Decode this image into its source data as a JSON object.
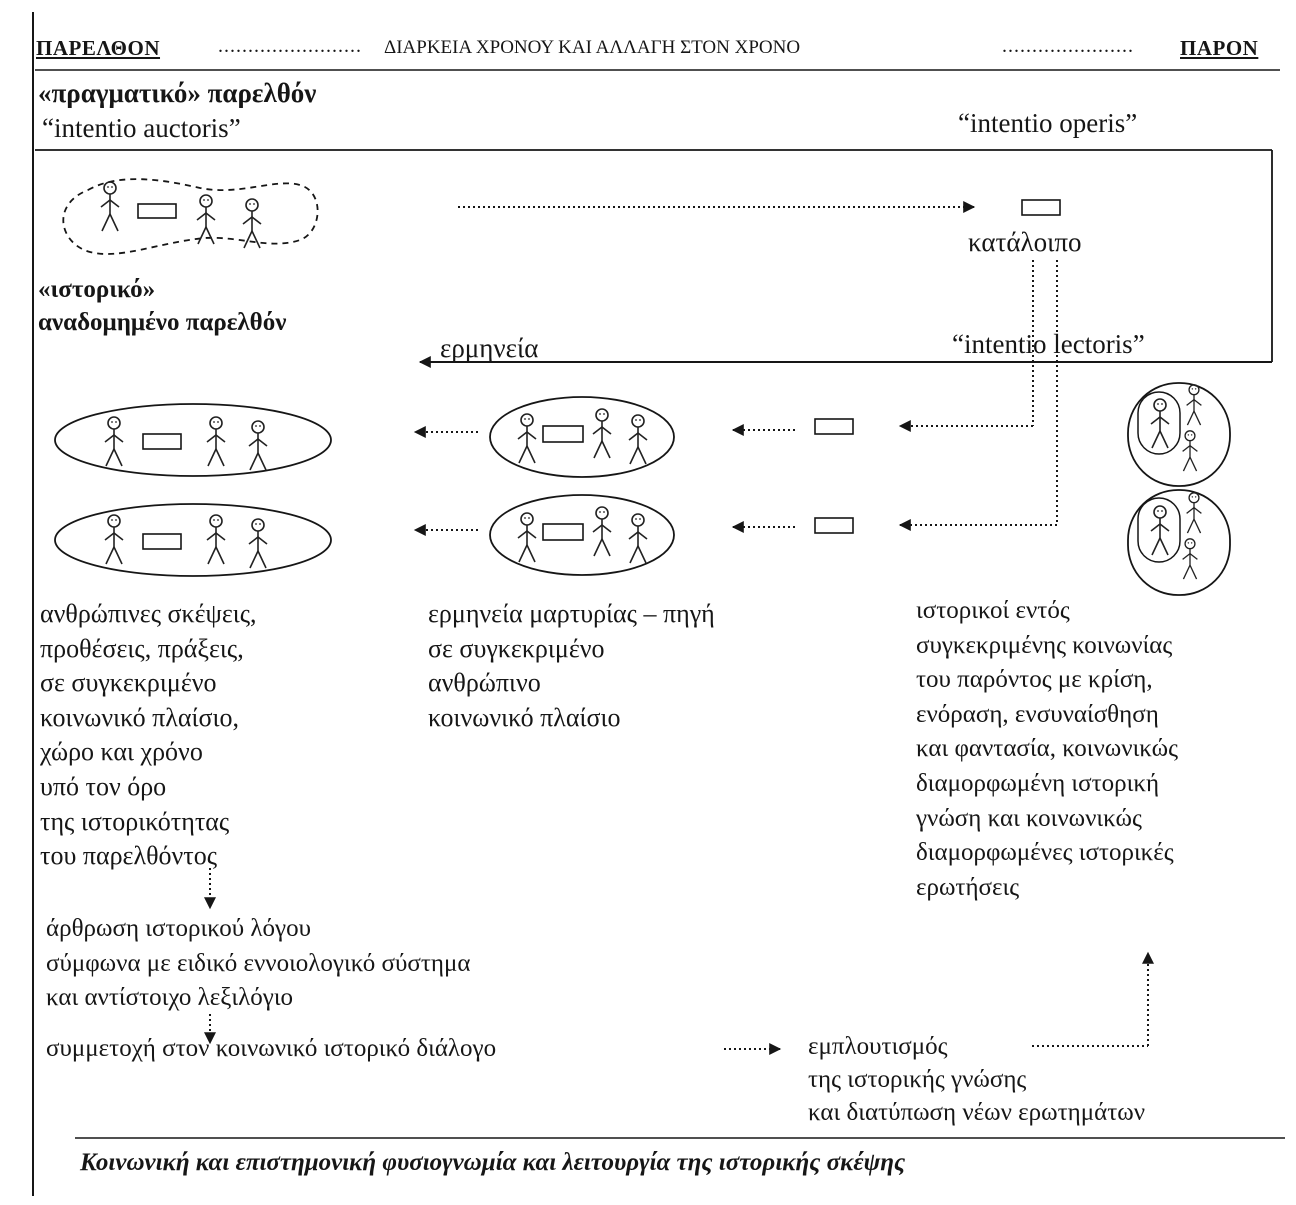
{
  "header": {
    "past": "ΠΑΡΕΛΘΟΝ",
    "dots_left": "........................",
    "middle": "ΔΙΑΡΚΕΙΑ ΧΡΟΝΟΥ ΚΑΙ ΑΛΛΑΓΗ ΣΤΟΝ ΧΡΟΝΟ",
    "dots_right": "......................",
    "present": "ΠΑΡΟΝ"
  },
  "labels": {
    "real_past": "«πραγματικό» παρελθόν",
    "intentio_auctoris": "“intentio auctoris”",
    "intentio_operis": "“intentio operis”",
    "remnant": "κατάλοιπο",
    "historical_1": "«ιστορικό»",
    "historical_2": "αναδομημένο παρελθόν",
    "interpretation": "ερμηνεία",
    "intentio_lectoris": "“intentio lectoris”"
  },
  "columns": {
    "left": [
      "ανθρώπινες σκέψεις,",
      "προθέσεις, πράξεις,",
      "σε συγκεκριμένο",
      "κοινωνικό πλαίσιο,",
      "χώρο και χρόνο",
      "υπό τον όρο",
      "της ιστορικότητας",
      "του παρελθόντος"
    ],
    "middle": [
      "ερμηνεία μαρτυρίας – πηγή",
      "σε συγκεκριμένο",
      "ανθρώπινο",
      "κοινωνικό πλαίσιο"
    ],
    "right": [
      "ιστορικοί εντός",
      "συγκεκριμένης κοινωνίας",
      "του παρόντος με κρίση,",
      "ενόραση, ενσυναίσθηση",
      "και φαντασία, κοινωνικώς",
      "διαμορφωμένη ιστορική",
      "γνώση και κοινωνικώς",
      "διαμορφωμένες ιστορικές",
      "ερωτήσεις"
    ]
  },
  "articulation": [
    "άρθρωση ιστορικού λόγου",
    "σύμφωνα με ειδικό εννοιολογικό σύστημα",
    "και αντίστοιχο λεξιλόγιο"
  ],
  "participation": "συμμετοχή στον κοινωνικό ιστορικό διάλογο",
  "enrichment": [
    "εμπλουτισμός",
    "της ιστορικής γνώσης",
    "και διατύπωση νέων ερωτημάτων"
  ],
  "footer": "Κοινωνική και επιστημονική φυσιογνωμία και λειτουργία της ιστορικής σκέψης"
}
